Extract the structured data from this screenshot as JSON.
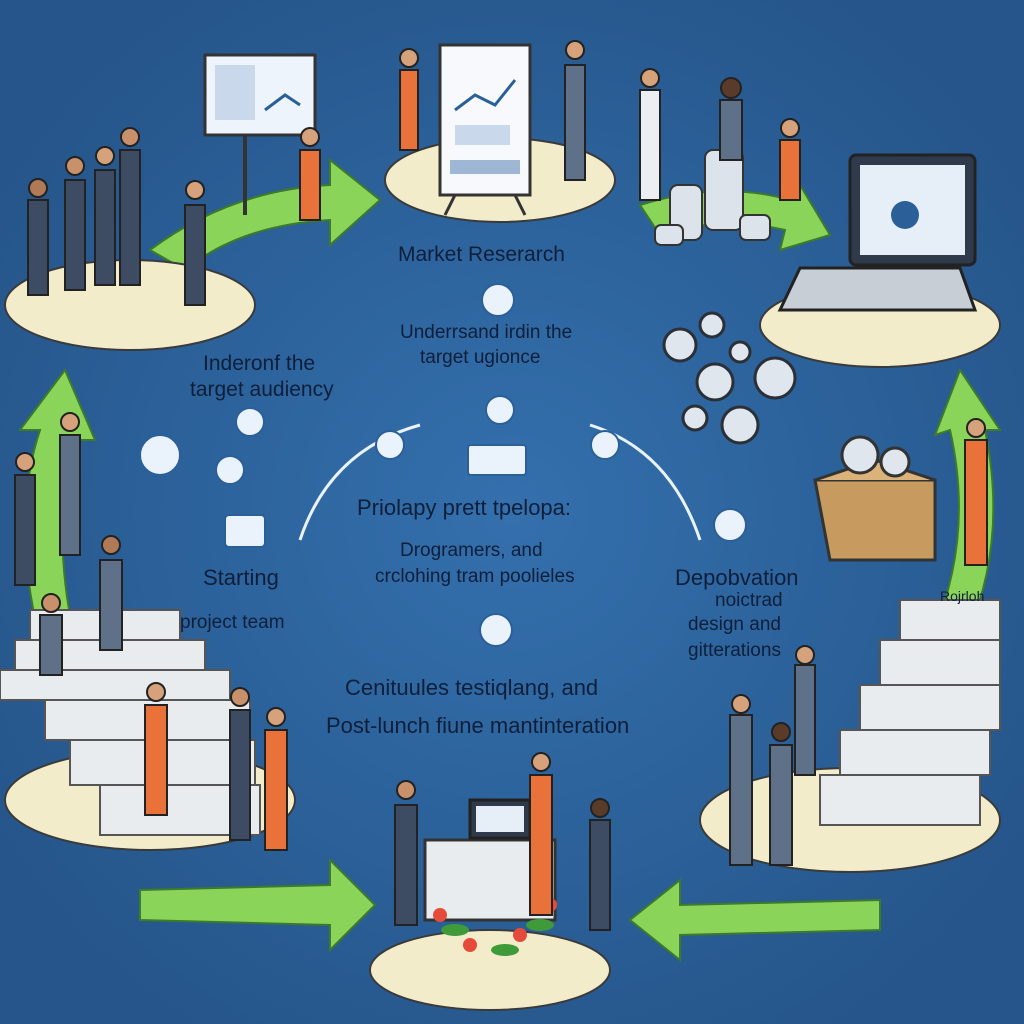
{
  "stages": [
    {
      "id": "market-research",
      "title": "Market Reserarch",
      "subtitle_line1": "Underrsand irdin the",
      "subtitle_line2": "target ugionce"
    },
    {
      "id": "audience",
      "title_line1": "Inderonf the",
      "title_line2": "target audiency"
    },
    {
      "id": "starting",
      "title": "Starting",
      "subtitle": "project team"
    },
    {
      "id": "prototype",
      "title": "Priolapy prett tpelopa:",
      "subtitle_line1": "Drogramers, and",
      "subtitle_line2": "crclohing tram poolieles"
    },
    {
      "id": "development",
      "title": "Depobvation",
      "subtitle_line1": "noictrad",
      "subtitle_line2": "design and",
      "subtitle_line3": "gitterations"
    },
    {
      "id": "testing",
      "title": "Cenituules testiqlang, and",
      "subtitle": "Post-lunch fiune mantinteration"
    }
  ],
  "badges": {
    "right_arrow": "Rojrloh"
  },
  "colors": {
    "background": "#2b5f98",
    "arrow_green": "#8bd45a",
    "platform": "#f3eccb",
    "accent_orange": "#e9713a"
  }
}
